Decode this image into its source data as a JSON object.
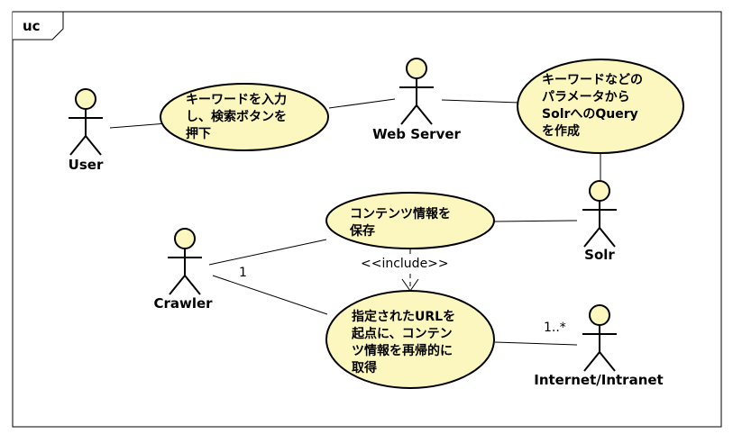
{
  "frame": {
    "tag": "uc"
  },
  "actors": {
    "user": "User",
    "web_server": "Web Server",
    "solr": "Solr",
    "crawler": "Crawler",
    "internet": "Internet/Intranet"
  },
  "usecases": {
    "input_keyword": [
      "キーワードを入力",
      "し、検索ボタンを",
      "押下"
    ],
    "build_query": [
      "キーワードなどの",
      "パラメータから",
      "SolrへのQuery",
      "を作成"
    ],
    "save_content": [
      "コンテンツ情報を",
      "保存"
    ],
    "crawl_url": [
      "指定されたURLを",
      "起点に、コンテン",
      "ツ情報を再帰的に",
      "取得"
    ]
  },
  "relations": {
    "include_label": "<<include>>",
    "crawler_multiplicity": "1",
    "internet_multiplicity": "1..*"
  },
  "colors": {
    "usecase_fill": "#fbf7be",
    "line": "#000000"
  }
}
